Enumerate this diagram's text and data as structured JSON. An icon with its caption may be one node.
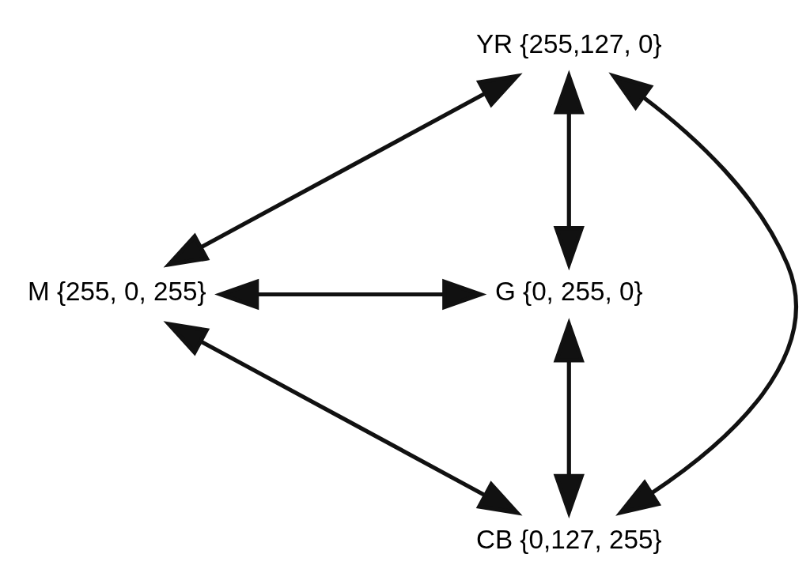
{
  "diagram": {
    "nodes": [
      {
        "text": [
          "YR {255,127, 0}"
        ]
      },
      {
        "text": [
          "M {255, 0, 255}"
        ]
      },
      {
        "text": [
          "G {0, 255, 0}"
        ]
      },
      {
        "text": [
          "CB {0,127, 255}"
        ]
      }
    ],
    "edges": [
      {
        "from": 0,
        "to": 2,
        "arrow": "both"
      },
      {
        "from": 2,
        "to": 3,
        "arrow": "both"
      },
      {
        "from": 3,
        "to": 1,
        "arrow": "both"
      },
      {
        "from": 1,
        "to": 0,
        "arrow": "both"
      },
      {
        "from": 0,
        "to": 3,
        "arrow": "both"
      },
      {
        "from": 1,
        "to": 2,
        "arrow": "both"
      }
    ]
  }
}
